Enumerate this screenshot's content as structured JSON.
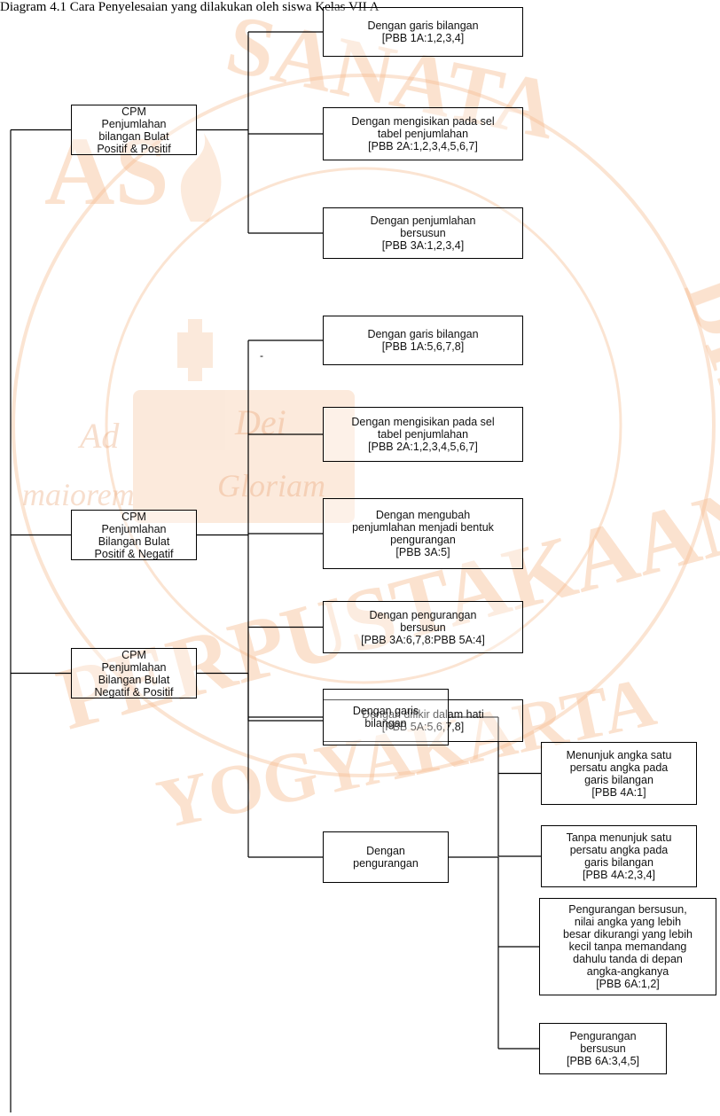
{
  "header": {
    "text": "Diagram 4.1 Cara Penyelesaian yang dilakukan oleh siswa Kelas VII A"
  },
  "watermark": {
    "motto_left": "Ad",
    "motto_right": "Dei",
    "motto_bottom_left": "maiorem",
    "motto_bottom_right": "Gloriam",
    "ring_text": "UNIVERSITAS SANATA DHARMA PERPUSTAKAAN YOGYAKARTA",
    "color": "#f5b98c"
  },
  "colors": {
    "line": "#000000",
    "box_border": "#000000",
    "text": "#111111"
  },
  "marker": "-",
  "groups": [
    {
      "label": "CPM\nPenjumlahan\nbilangan  Bulat\nPositif & Positif",
      "methods": [
        {
          "label": "Dengan garis bilangan\n[PBB 1A:1,2,3,4]"
        },
        {
          "label": "Dengan mengisikan pada sel\ntabel penjumlahan\n[PBB 2A:1,2,3,4,5,6,7]"
        },
        {
          "label": "Dengan penjumlahan\nbersusun\n[PBB 3A:1,2,3,4]"
        }
      ]
    },
    {
      "label": "CPM\nPenjumlahan\nBilangan Bulat\nPositif & Negatif",
      "methods": [
        {
          "label": "Dengan garis bilangan\n[PBB 1A:5,6,7,8]"
        },
        {
          "label": "Dengan mengisikan pada sel\ntabel penjumlahan\n[PBB 2A:1,2,3,4,5,6,7]"
        },
        {
          "label": "Dengan mengubah\npenjumlahan menjadi bentuk\npengurangan\n[PBB 3A:5]"
        },
        {
          "label": "Dengan pengurangan\nbersusun\n[PBB 3A:6,7,8:PBB 5A:4]"
        },
        {
          "label": "Dengan difikir dalam hati\n[PBB 5A:5,6,7,8]"
        }
      ]
    },
    {
      "label": "CPM\nPenjumlahan\nBilangan Bulat\nNegatif & Positif",
      "methods": [
        {
          "label": "Dengan garis\nbilangan",
          "sub": [
            {
              "label": "Menunjuk angka satu\npersatu angka pada\ngaris bilangan\n[PBB 4A:1]"
            },
            {
              "label": "Tanpa menunjuk satu\npersatu angka pada\ngaris bilangan\n[PBB 4A:2,3,4]"
            }
          ]
        },
        {
          "label": "Dengan\npengurangan",
          "sub": [
            {
              "label": "Pengurangan bersusun,\nnilai angka yang lebih\nbesar dikurangi yang lebih\nkecil tanpa memandang\ndahulu tanda di depan\nangka-angkanya\n[PBB 6A:1,2]"
            },
            {
              "label": "Pengurangan\nbersusun\n[PBB 6A:3,4,5]"
            }
          ]
        }
      ]
    }
  ]
}
